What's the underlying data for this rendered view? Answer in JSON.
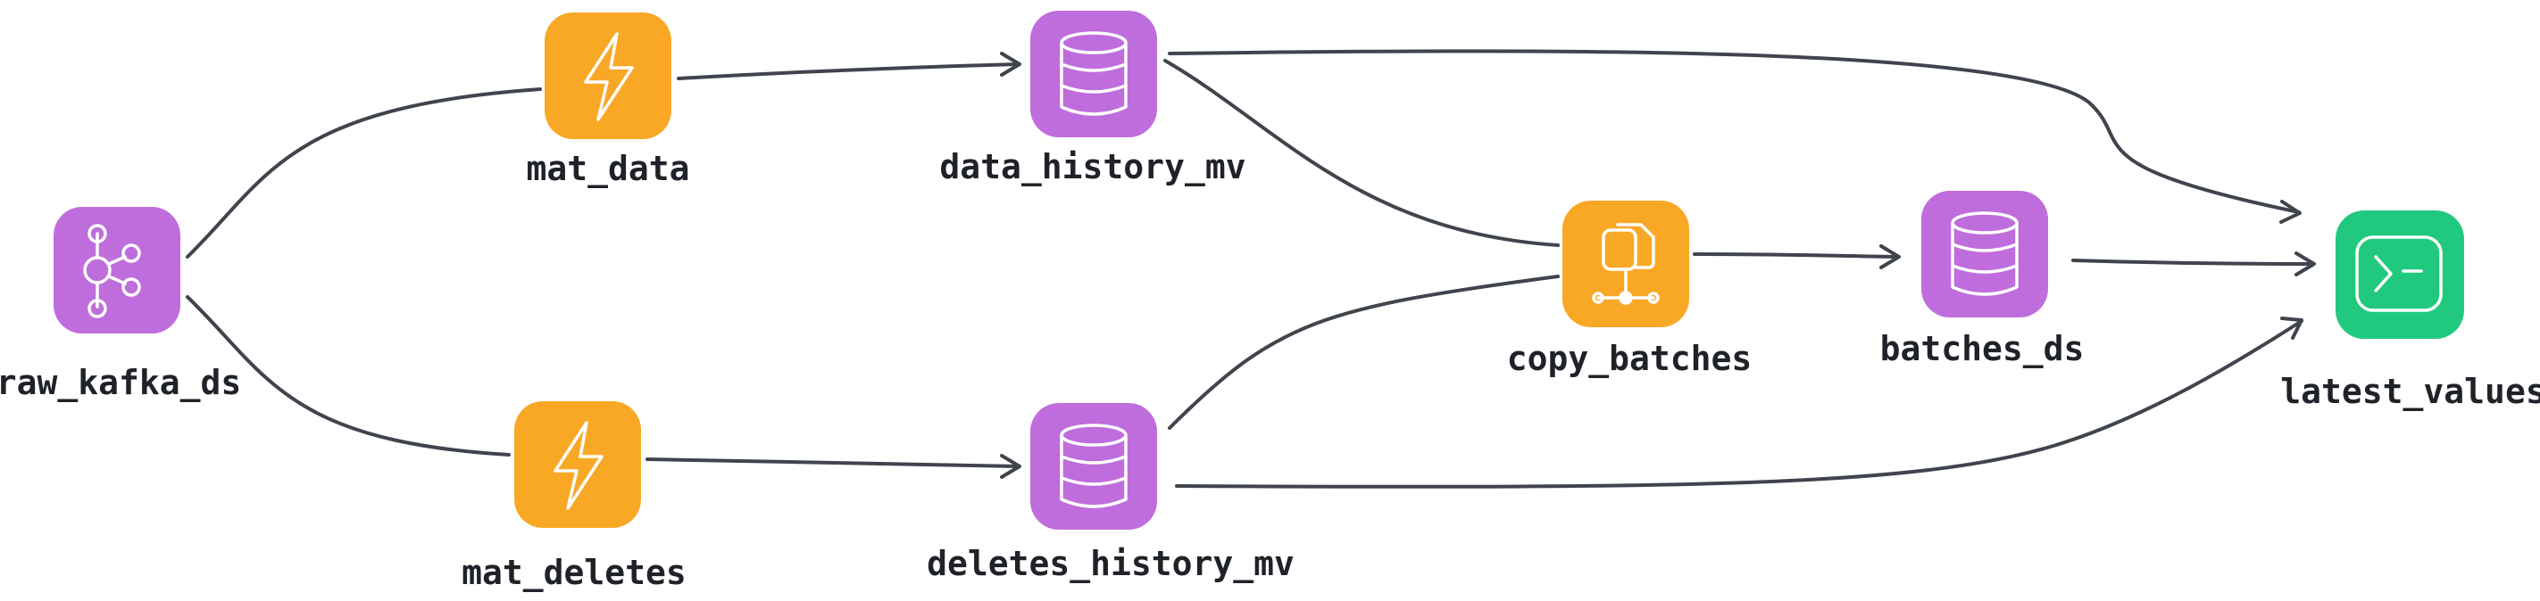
{
  "colors": {
    "kafka": "#bf6ddc",
    "datasource": "#bf6ddc",
    "pipe": "#f9a826",
    "endpoint": "#21c97f",
    "edge": "#3f444d"
  },
  "nodes": [
    {
      "id": "raw_kafka_ds",
      "label": "raw_kafka_ds",
      "kind": "kafka",
      "icon": "kafka-network-icon"
    },
    {
      "id": "mat_data",
      "label": "mat_data",
      "kind": "pipe",
      "icon": "lightning-bolt-icon"
    },
    {
      "id": "mat_deletes",
      "label": "mat_deletes",
      "kind": "pipe",
      "icon": "lightning-bolt-icon"
    },
    {
      "id": "data_history_mv",
      "label": "data_history_mv",
      "kind": "datasource",
      "icon": "database-icon"
    },
    {
      "id": "deletes_history_mv",
      "label": "deletes_history_mv",
      "kind": "datasource",
      "icon": "database-icon"
    },
    {
      "id": "copy_batches",
      "label": "copy_batches",
      "kind": "pipe",
      "icon": "copy-network-icon"
    },
    {
      "id": "batches_ds",
      "label": "batches_ds",
      "kind": "datasource",
      "icon": "database-icon"
    },
    {
      "id": "latest_values",
      "label": "latest_values",
      "kind": "endpoint",
      "icon": "terminal-icon"
    }
  ],
  "edges": [
    {
      "from": "raw_kafka_ds",
      "to": "mat_data"
    },
    {
      "from": "raw_kafka_ds",
      "to": "mat_deletes"
    },
    {
      "from": "mat_data",
      "to": "data_history_mv"
    },
    {
      "from": "mat_deletes",
      "to": "deletes_history_mv"
    },
    {
      "from": "data_history_mv",
      "to": "copy_batches"
    },
    {
      "from": "deletes_history_mv",
      "to": "copy_batches"
    },
    {
      "from": "copy_batches",
      "to": "batches_ds"
    },
    {
      "from": "data_history_mv",
      "to": "latest_values"
    },
    {
      "from": "batches_ds",
      "to": "latest_values"
    },
    {
      "from": "deletes_history_mv",
      "to": "latest_values"
    }
  ]
}
